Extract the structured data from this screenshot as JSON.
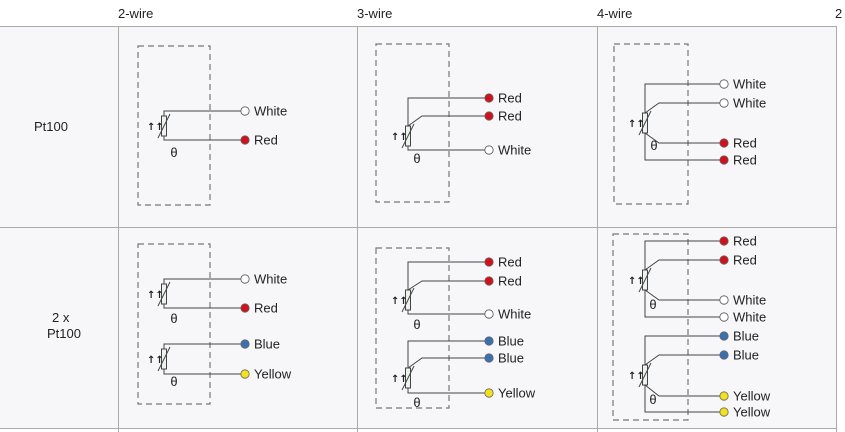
{
  "columns": [
    "2-wire",
    "3-wire",
    "4-wire",
    "2"
  ],
  "rows": [
    {
      "label": [
        "Pt100"
      ],
      "cells": [
        {
          "sensors": [
            {
              "symbol": "θ",
              "wires": [
                {
                  "label": "White",
                  "color": "#ffffff"
                },
                {
                  "label": "Red",
                  "color": "#d0101a"
                }
              ]
            }
          ]
        },
        {
          "sensors": [
            {
              "symbol": "θ",
              "wires": [
                {
                  "label": "Red",
                  "color": "#d0101a"
                },
                {
                  "label": "Red",
                  "color": "#d0101a"
                },
                {
                  "label": "White",
                  "color": "#ffffff"
                }
              ]
            }
          ]
        },
        {
          "sensors": [
            {
              "symbol": "θ",
              "wires": [
                {
                  "label": "White",
                  "color": "#ffffff"
                },
                {
                  "label": "White",
                  "color": "#ffffff"
                },
                {
                  "label": "Red",
                  "color": "#d0101a"
                },
                {
                  "label": "Red",
                  "color": "#d0101a"
                }
              ]
            }
          ]
        }
      ]
    },
    {
      "label": [
        "2 x",
        "Pt100"
      ],
      "cells": [
        {
          "sensors": [
            {
              "symbol": "θ",
              "wires": [
                {
                  "label": "White",
                  "color": "#ffffff"
                },
                {
                  "label": "Red",
                  "color": "#d0101a"
                }
              ]
            },
            {
              "symbol": "θ",
              "wires": [
                {
                  "label": "Blue",
                  "color": "#3a6fb0"
                },
                {
                  "label": "Yellow",
                  "color": "#f2e21a"
                }
              ]
            }
          ]
        },
        {
          "sensors": [
            {
              "symbol": "θ",
              "wires": [
                {
                  "label": "Red",
                  "color": "#d0101a"
                },
                {
                  "label": "Red",
                  "color": "#d0101a"
                },
                {
                  "label": "White",
                  "color": "#ffffff"
                }
              ]
            },
            {
              "symbol": "θ",
              "wires": [
                {
                  "label": "Blue",
                  "color": "#3a6fb0"
                },
                {
                  "label": "Blue",
                  "color": "#3a6fb0"
                },
                {
                  "label": "Yellow",
                  "color": "#f2e21a"
                }
              ]
            }
          ]
        },
        {
          "sensors": [
            {
              "symbol": "θ",
              "wires": [
                {
                  "label": "Red",
                  "color": "#d0101a"
                },
                {
                  "label": "Red",
                  "color": "#d0101a"
                },
                {
                  "label": "White",
                  "color": "#ffffff"
                },
                {
                  "label": "White",
                  "color": "#ffffff"
                }
              ]
            },
            {
              "symbol": "θ",
              "wires": [
                {
                  "label": "Blue",
                  "color": "#3a6fb0"
                },
                {
                  "label": "Blue",
                  "color": "#3a6fb0"
                },
                {
                  "label": "Yellow",
                  "color": "#f2e21a"
                },
                {
                  "label": "Yellow",
                  "color": "#f2e21a"
                }
              ]
            }
          ]
        }
      ]
    }
  ]
}
